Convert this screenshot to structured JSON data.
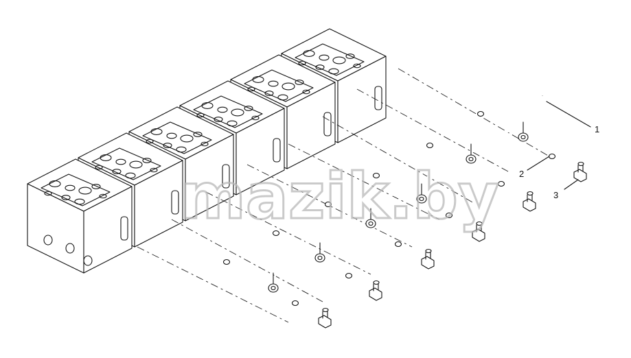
{
  "watermark": {
    "text": "mazik.by"
  },
  "callouts": [
    {
      "id": "callout-1",
      "label": "1"
    },
    {
      "id": "callout-2",
      "label": "2"
    },
    {
      "id": "callout-3",
      "label": "3"
    }
  ],
  "colors": {
    "line": "#111111",
    "watermark": "#b9b9b9",
    "background": "#ffffff"
  }
}
